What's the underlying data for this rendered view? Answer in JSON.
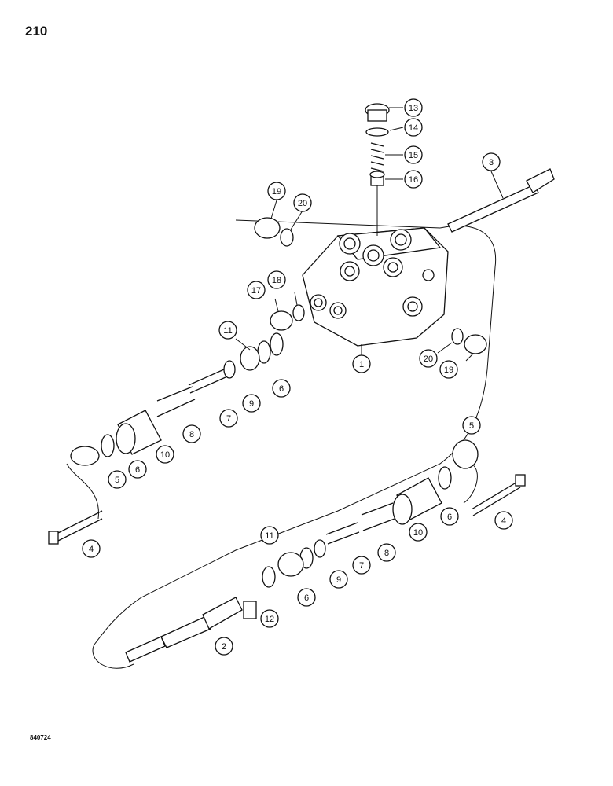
{
  "page_number": "210",
  "diagram_code": "840724",
  "callouts": [
    {
      "id": "c13",
      "label": "13"
    },
    {
      "id": "c14",
      "label": "14"
    },
    {
      "id": "c15",
      "label": "15"
    },
    {
      "id": "c16",
      "label": "16"
    },
    {
      "id": "c3",
      "label": "3"
    },
    {
      "id": "c19a",
      "label": "19"
    },
    {
      "id": "c20a",
      "label": "20"
    },
    {
      "id": "c17",
      "label": "17"
    },
    {
      "id": "c18",
      "label": "18"
    },
    {
      "id": "c11a",
      "label": "11"
    },
    {
      "id": "c1",
      "label": "1"
    },
    {
      "id": "c20b",
      "label": "20"
    },
    {
      "id": "c19b",
      "label": "19"
    },
    {
      "id": "c6a",
      "label": "6"
    },
    {
      "id": "c9a",
      "label": "9"
    },
    {
      "id": "c7a",
      "label": "7"
    },
    {
      "id": "c8a",
      "label": "8"
    },
    {
      "id": "c10a",
      "label": "10"
    },
    {
      "id": "c6b",
      "label": "6"
    },
    {
      "id": "c5a",
      "label": "5"
    },
    {
      "id": "c4a",
      "label": "4"
    },
    {
      "id": "c5b",
      "label": "5"
    },
    {
      "id": "c6c",
      "label": "6"
    },
    {
      "id": "c4b",
      "label": "4"
    },
    {
      "id": "c10b",
      "label": "10"
    },
    {
      "id": "c8b",
      "label": "8"
    },
    {
      "id": "c7b",
      "label": "7"
    },
    {
      "id": "c9b",
      "label": "9"
    },
    {
      "id": "c11b",
      "label": "11"
    },
    {
      "id": "c6d",
      "label": "6"
    },
    {
      "id": "c12",
      "label": "12"
    },
    {
      "id": "c2",
      "label": "2"
    }
  ]
}
